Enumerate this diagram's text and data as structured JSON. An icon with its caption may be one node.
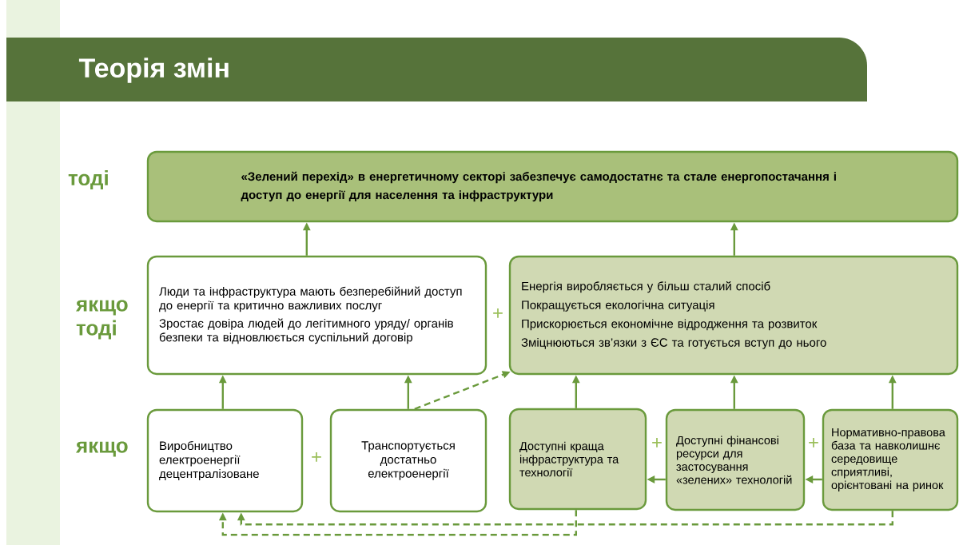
{
  "diagram": {
    "title": "Теорія змін",
    "nodes": [
      {
        "text": [
          "«Зелений перехід» в енергетичному секторі забезпечує самодостатнє та стале енергопостачання і доступ до енергії для населення та інфраструктури"
        ]
      },
      {
        "text": [
          "Люди та інфраструктура мають безперебійний доступ до енергії та критично важливих послуг",
          "Зростає довіра людей до легітимного уряду/ органів безпеки та відновлюється суспільний договір"
        ]
      },
      {
        "text": [
          "Енергія виробляється у більш сталий спосіб",
          "Покращується екологічна ситуація",
          "Прискорюється економічне відродження та розвиток",
          "Зміцнюються зв’язки з ЄС та готується вступ до нього"
        ]
      },
      {
        "text": [
          "Виробництво електроенергії децентралізоване"
        ]
      },
      {
        "text": [
          "Транспортується достатньо електроенергії"
        ]
      },
      {
        "text": [
          "Доступні краща інфраструктура та технології"
        ]
      },
      {
        "text": [
          "Доступні фінансові ресурси для застосування «зелених» технологій"
        ]
      },
      {
        "text": [
          "Нормативно-правова база та навколишнє середовище сприятливі, орієнтовані на ринок"
        ]
      }
    ],
    "edges": [
      {
        "from": 1,
        "to": 0,
        "arrow": "to"
      },
      {
        "from": 2,
        "to": 0,
        "arrow": "to"
      },
      {
        "from": 3,
        "to": 1,
        "arrow": "to"
      },
      {
        "from": 4,
        "to": 1,
        "arrow": "to"
      },
      {
        "from": 4,
        "to": 2,
        "arrow": "to",
        "style": "dashed"
      },
      {
        "from": 5,
        "to": 2,
        "arrow": "to"
      },
      {
        "from": 6,
        "to": 2,
        "arrow": "to"
      },
      {
        "from": 7,
        "to": 2,
        "arrow": "to"
      },
      {
        "from": 6,
        "to": 5,
        "arrow": "to"
      },
      {
        "from": 7,
        "to": 6,
        "arrow": "to"
      },
      {
        "from": 7,
        "to": 3,
        "arrow": "to",
        "style": "dashed"
      },
      {
        "from": 5,
        "to": 3,
        "arrow": "to",
        "style": "dashed"
      }
    ],
    "labels": [
      "тоді",
      "якщо тоді",
      "якщо",
      "+",
      "+",
      "+",
      "+"
    ]
  }
}
